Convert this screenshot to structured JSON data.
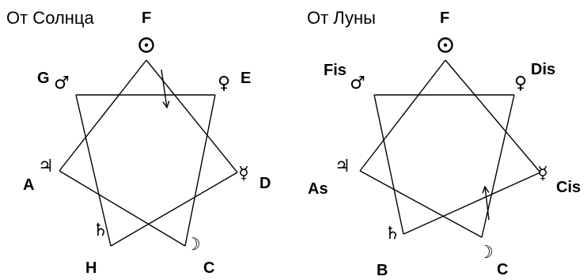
{
  "diagrams": [
    {
      "id": "sun",
      "title": "От Солнца",
      "nodes": [
        {
          "key": "sun",
          "symbol": "☉",
          "symbol_name": "sun-icon",
          "note": "F"
        },
        {
          "key": "venus",
          "symbol": "♀",
          "symbol_name": "venus-icon",
          "note": "E"
        },
        {
          "key": "mercury",
          "symbol": "☿",
          "symbol_name": "mercury-icon",
          "note": "D"
        },
        {
          "key": "moon",
          "symbol": "☽",
          "symbol_name": "moon-icon",
          "note": "C"
        },
        {
          "key": "saturn",
          "symbol": "♄",
          "symbol_name": "saturn-icon",
          "note": "H"
        },
        {
          "key": "jupiter",
          "symbol": "♃",
          "symbol_name": "jupiter-icon",
          "note": "A"
        },
        {
          "key": "mars",
          "symbol": "♂",
          "symbol_name": "mars-icon",
          "note": "G"
        }
      ],
      "arrow": {
        "from": "sun",
        "to": "moon"
      }
    },
    {
      "id": "moon",
      "title": "От Луны",
      "nodes": [
        {
          "key": "sun",
          "symbol": "☉",
          "symbol_name": "sun-icon",
          "note": "F"
        },
        {
          "key": "venus",
          "symbol": "♀",
          "symbol_name": "venus-icon",
          "note": "Dis"
        },
        {
          "key": "mercury",
          "symbol": "☿",
          "symbol_name": "mercury-icon",
          "note": "Cis"
        },
        {
          "key": "moon",
          "symbol": "☽",
          "symbol_name": "moon-icon",
          "note": "C"
        },
        {
          "key": "saturn",
          "symbol": "♄",
          "symbol_name": "saturn-icon",
          "note": "B"
        },
        {
          "key": "jupiter",
          "symbol": "♃",
          "symbol_name": "jupiter-icon",
          "note": "As"
        },
        {
          "key": "mars",
          "symbol": "♂",
          "symbol_name": "mars-icon",
          "note": "Fis"
        }
      ],
      "arrow": {
        "from": "moon",
        "to": "sun"
      }
    }
  ],
  "colors": {
    "ink": "#000000",
    "background": "#ffffff"
  }
}
